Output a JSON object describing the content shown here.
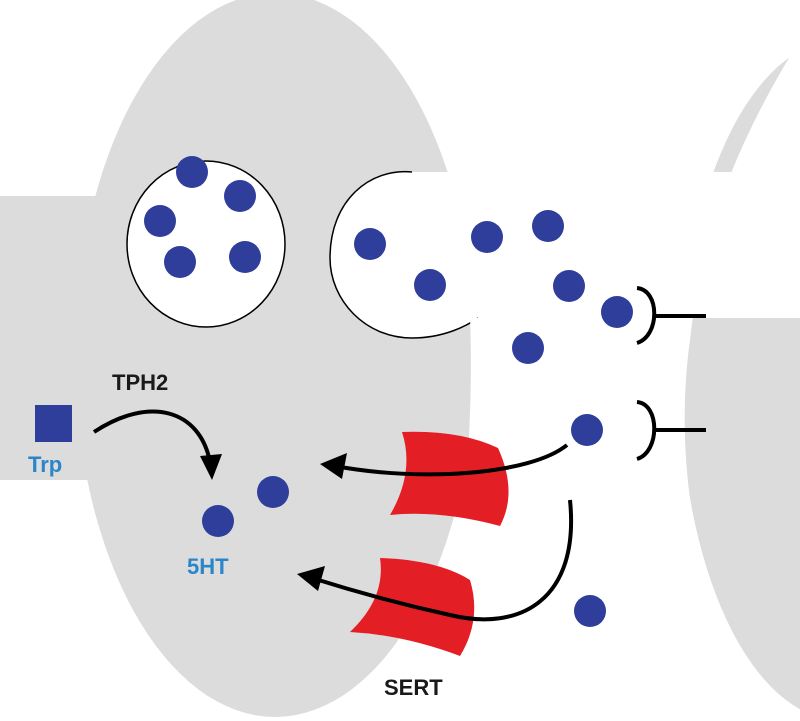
{
  "labels": {
    "tph2": "TPH2",
    "trp": "Trp",
    "serotonin": "5HT",
    "sert": "SERT"
  },
  "colors": {
    "cell": "#dcdcdc",
    "molecule": "#2e3e9a",
    "transporter": "#e31e24",
    "label_blue": "#2a86c8",
    "label_dark": "#1a1a1a",
    "arrow": "#000000"
  },
  "icons": {
    "trp_marker": "square",
    "serotonin_marker": "circle",
    "transporter": "curved-channel",
    "receptor": "y-receptor"
  }
}
